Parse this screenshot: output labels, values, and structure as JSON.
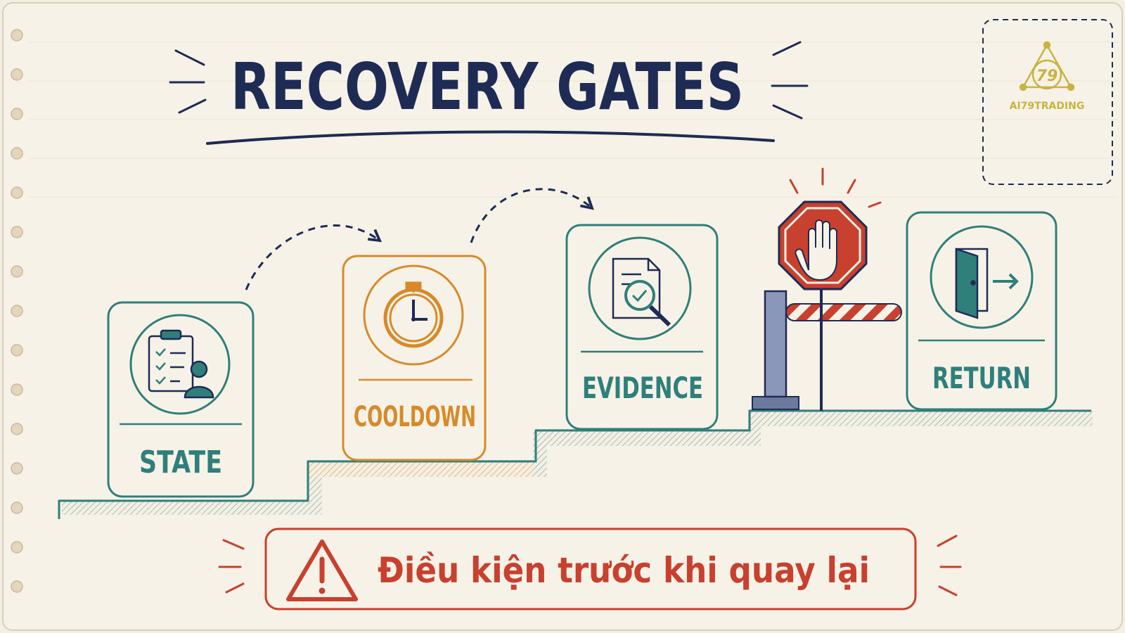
{
  "title": "RECOVERY GATES",
  "logo": {
    "number": "79",
    "text": "AI79TRADING"
  },
  "steps": [
    {
      "label": "STATE",
      "icon": "clipboard-user-icon",
      "color": "#2f7f7b"
    },
    {
      "label": "COOLDOWN",
      "icon": "stopwatch-icon",
      "color": "#d78a2b"
    },
    {
      "label": "EVIDENCE",
      "icon": "document-magnifier-icon",
      "color": "#2f7f7b"
    },
    {
      "label": "RETURN",
      "icon": "exit-door-icon",
      "color": "#2f7f7b"
    }
  ],
  "barrier": {
    "icon": "stop-hand-icon"
  },
  "warning": {
    "icon": "warning-triangle-icon",
    "text": "Điều kiện trước khi quay lại"
  },
  "colors": {
    "paper": "#f4efe3",
    "navy": "#1e2b55",
    "teal": "#2f7f7b",
    "orange": "#d78a2b",
    "red": "#c8402e",
    "gold": "#c9b340"
  }
}
